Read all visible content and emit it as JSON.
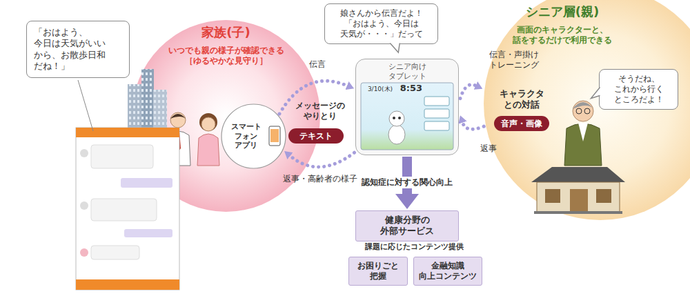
{
  "diagram": {
    "nodes": [
      {
        "text": [
          "「おはよう、 今日は天気がいい から、お散歩日和 だね！」"
        ]
      },
      {
        "text": [
          "家族(子)",
          "いつでも親の様子が確認できる ［ゆるやかな見守り］"
        ]
      },
      {
        "text": [
          "スマート フォン アプリ"
        ],
        "in": 1
      },
      {
        "text": [
          "シニア向け タブレット"
        ]
      },
      {
        "text": [
          "娘さんから伝言だよ！ 「おはよう、今日は 天気が・・・」だって"
        ]
      },
      {
        "text": [
          "シニア層(親)",
          "画面のキャラクターと、 話をするだけで利用できる"
        ]
      },
      {
        "text": [
          "そうだね、 これから行く ところだよ！"
        ],
        "in": 5
      },
      {
        "text": [
          "テキスト"
        ]
      },
      {
        "text": [
          "音声・画像"
        ]
      },
      {
        "text": [
          "健康分野の 外部サービス"
        ]
      },
      {
        "text": [
          "お困りごと 把握"
        ]
      },
      {
        "text": [
          "金融知識 向上コンテンツ"
        ]
      }
    ],
    "edges": [
      {
        "from": 2,
        "to": 3,
        "label": "伝言",
        "arrow": "to"
      },
      {
        "from": 3,
        "to": 2,
        "label": "返事・高齢者の様子",
        "arrow": "to"
      },
      {
        "from": 3,
        "to": 5,
        "label": "伝言・声掛け トレーニング",
        "arrow": "to"
      },
      {
        "from": 5,
        "to": 3,
        "label": "返事",
        "arrow": "to"
      },
      {
        "from": 3,
        "to": 9,
        "label": "認知症に対する関心向上",
        "arrow": "to"
      }
    ],
    "labels": [
      "メッセージの やりとり",
      "キャラクタ との対話",
      "3/10(木)",
      "8:53",
      "課題に応じたコンテンツ提供"
    ]
  }
}
